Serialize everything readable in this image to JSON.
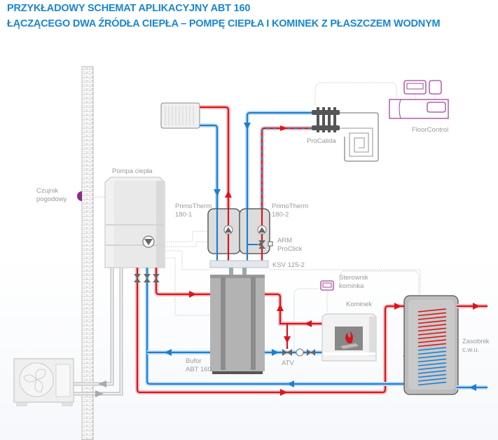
{
  "title": {
    "line1": "PRZYKŁADOWY SCHEMAT APLIKACYJNY ABT 160",
    "line2": "ŁĄCZĄCEGO DWA ŹRÓDŁA CIEPŁA – POMPĘ CIEPŁA I KOMINEK Z PŁASZCZEM WODNYM"
  },
  "labels": {
    "heat_pump": "Pompa ciepła",
    "weather_sensor_1": "Czujnik",
    "weather_sensor_2": "pogodowy",
    "primotherm1_1": "PrimoTherm",
    "primotherm1_2": "180-1",
    "primotherm2_1": "PrimoTherm",
    "primotherm2_2": "180-2",
    "arm_1": "ARM",
    "arm_2": "ProClick",
    "ksv": "KSV 125-2",
    "procalida": "ProCalida",
    "floorcontrol": "FloorControl",
    "sterownik_1": "Sterownik",
    "sterownik_2": "kominka",
    "kominek": "Kominek",
    "bufor_1": "Bufor",
    "bufor_2": "ABT 160",
    "atv": "ATV",
    "zasobnik_1": "Zasobnik",
    "zasobnik_2": "c.w.u."
  },
  "colors": {
    "title": "#1a86d0",
    "supply": "#d9141b",
    "return": "#1b7fd1",
    "controls": "#a0449a"
  }
}
